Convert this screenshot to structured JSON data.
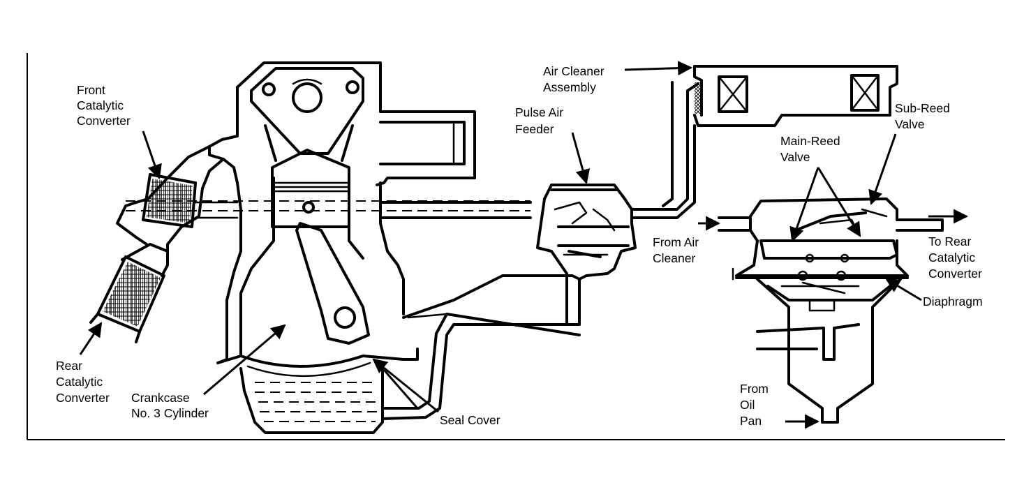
{
  "labels": {
    "front_cat": [
      "Front",
      "Catalytic",
      "Converter"
    ],
    "rear_cat": [
      "Rear",
      "Catalytic",
      "Converter"
    ],
    "crankcase": [
      "Crankcase",
      "No. 3 Cylinder"
    ],
    "seal_cover": "Seal Cover",
    "pulse_air_feeder": [
      "Pulse Air",
      "Feeder"
    ],
    "air_cleaner_assembly": [
      "Air Cleaner",
      "Assembly"
    ],
    "sub_reed_valve": [
      "Sub-Reed",
      "Valve"
    ],
    "main_reed_valve": [
      "Main-Reed",
      "Valve"
    ],
    "from_air_cleaner": [
      "From Air",
      "Cleaner"
    ],
    "to_rear_cat": [
      "To Rear",
      "Catalytic",
      "Converter"
    ],
    "diaphragm": "Diaphragm",
    "from_oil_pan": [
      "From",
      "Oil",
      "Pan"
    ]
  },
  "colors": {
    "ink": "#000000",
    "paper": "#ffffff"
  }
}
